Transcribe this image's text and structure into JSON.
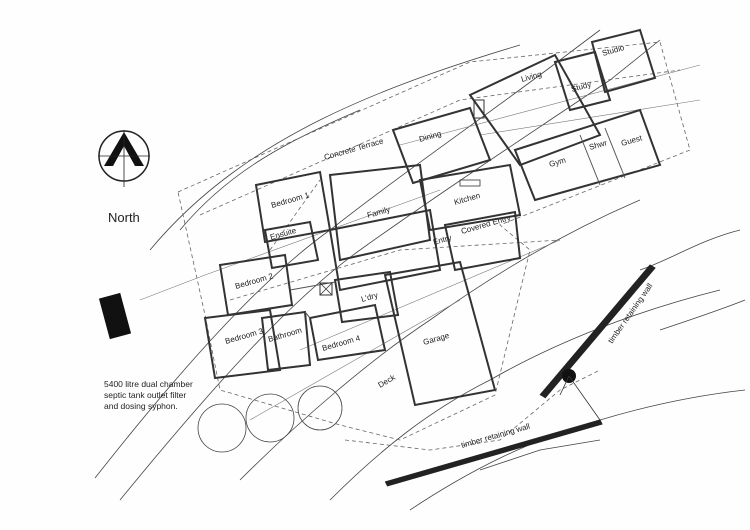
{
  "north": {
    "label": "North"
  },
  "rooms": {
    "studio": "Studio",
    "living": "Living",
    "study": "Study",
    "dining": "Dining",
    "gym": "Gym",
    "shwr": "Shwr",
    "guest": "Guest",
    "concrete_terrace": "Concrete Terrace",
    "bedroom1": "Bedroom 1",
    "kitchen": "Kitchen",
    "family": "Family",
    "ensuite": "Ensuite",
    "covered_entry": "Covered Entry",
    "entry": "Entry",
    "bedroom2": "Bedroom 2",
    "ldry": "L'dry",
    "bedroom3": "Bedroom 3",
    "bathroom": "Bathroom",
    "bedroom4": "Bedroom 4",
    "garage": "Garage",
    "deck": "Deck"
  },
  "walls": {
    "retaining_wall_1": "timber retaining wall",
    "retaining_wall_2": "timber retaining wall"
  },
  "septic_note": [
    "5400 litre dual chamber",
    "septic tank outlet filter",
    "and dosing syphon."
  ]
}
